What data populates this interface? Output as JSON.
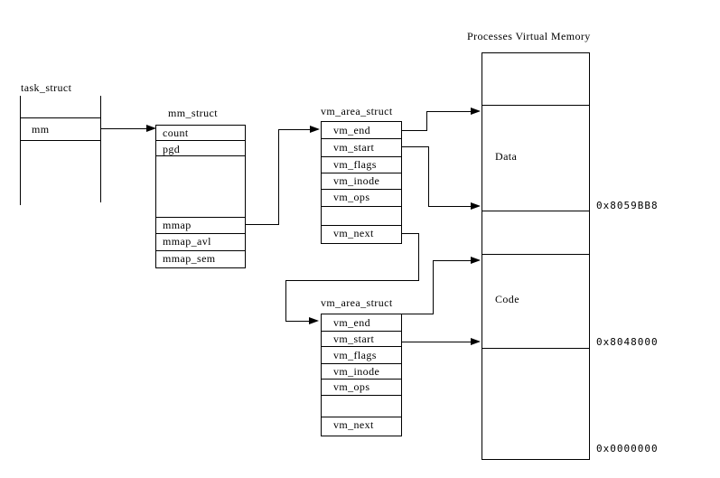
{
  "task_struct": {
    "title": "task_struct",
    "field_mm": "mm"
  },
  "mm_struct": {
    "title": "mm_struct",
    "rows": [
      "count",
      "pgd",
      "mmap",
      "mmap_avl",
      "mmap_sem"
    ]
  },
  "vm_area_struct_top": {
    "title": "vm_area_struct",
    "rows": [
      "vm_end",
      "vm_start",
      "vm_flags",
      "vm_inode",
      "vm_ops",
      "",
      "vm_next"
    ]
  },
  "vm_area_struct_bottom": {
    "title": "vm_area_struct",
    "rows": [
      "vm_end",
      "vm_start",
      "vm_flags",
      "vm_inode",
      "vm_ops",
      "",
      "vm_next"
    ]
  },
  "memory_map": {
    "title": "Processes Virtual Memory",
    "regions": [
      "Data",
      "Code"
    ],
    "addresses": [
      "0x8059BB8",
      "0x8048000",
      "0x0000000"
    ]
  },
  "colors": {
    "line": "#000000",
    "background": "#ffffff"
  }
}
